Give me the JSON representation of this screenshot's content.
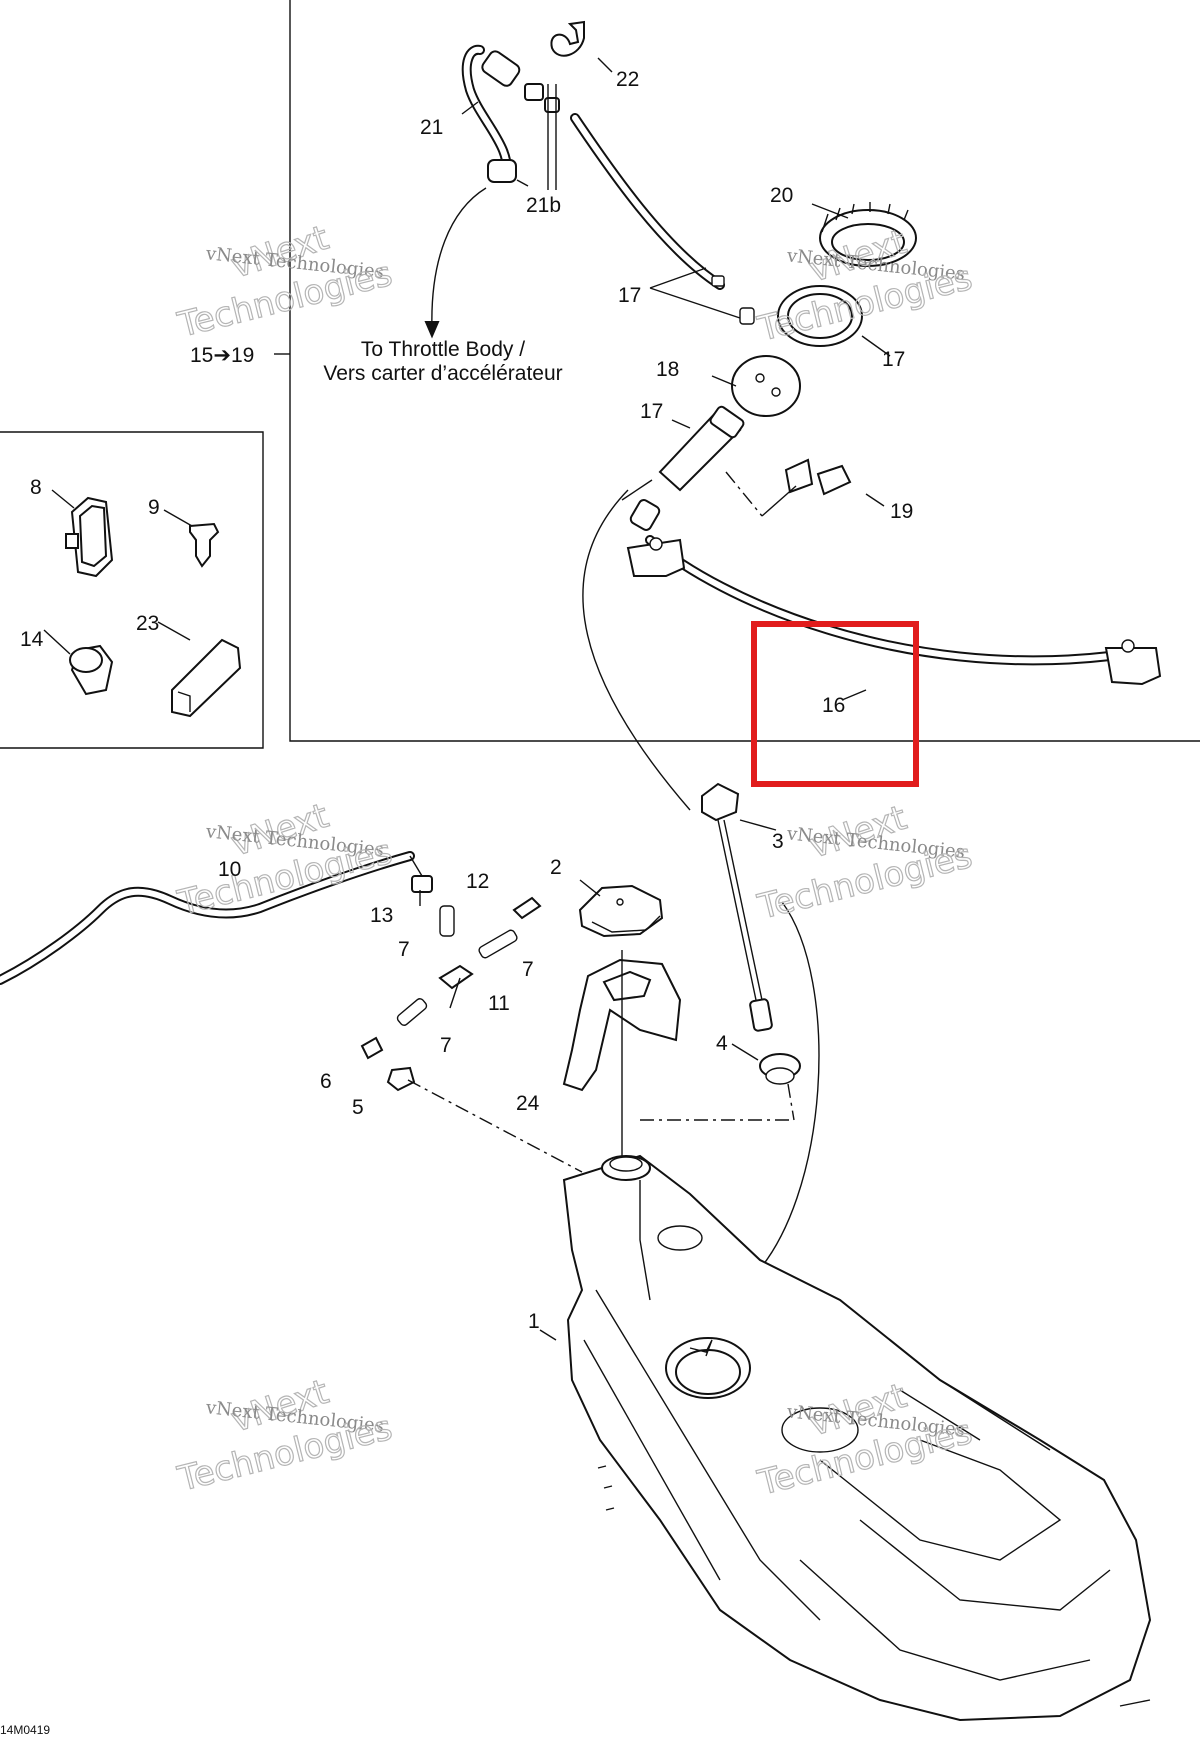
{
  "callouts": {
    "c1": "1",
    "c2": "2",
    "c3": "3",
    "c4": "4",
    "c5": "5",
    "c6": "6",
    "c7a": "7",
    "c7b": "7",
    "c7c": "7",
    "c8": "8",
    "c9": "9",
    "c10": "10",
    "c11": "11",
    "c12": "12",
    "c13": "13",
    "c14": "14",
    "c15_19": "15➔19",
    "c16": "16",
    "c17a": "17",
    "c17b": "17",
    "c17c": "17",
    "c18": "18",
    "c19": "19",
    "c20": "20",
    "c21": "21",
    "c21b": "21b",
    "c22": "22",
    "c23": "23",
    "c24": "24"
  },
  "destination_note": {
    "line1": "To Throttle Body /",
    "line2": "Vers carter d’accélérateur"
  },
  "reference_code": "14M0419",
  "watermark": {
    "line1": "vNext Technologies",
    "line2": "Technologies",
    "overlay": "vNext"
  },
  "highlight": {
    "color": "#e11d1d",
    "target_callout": "16"
  }
}
